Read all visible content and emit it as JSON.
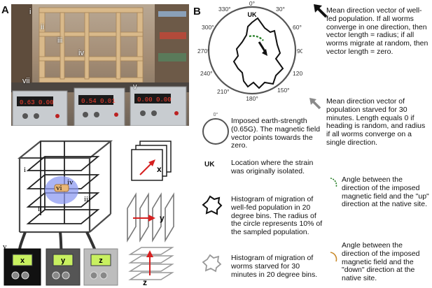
{
  "panels": {
    "a": "A",
    "b": "B"
  },
  "photo": {
    "labels": [
      "i",
      "ii",
      "iii",
      "iv",
      "v",
      "vii"
    ],
    "display_texts": [
      "0.63 0.00",
      "0.54 0.01",
      "0.00 0.00"
    ]
  },
  "diagram": {
    "labels": [
      "i",
      "ii",
      "iii",
      "iv",
      "vi",
      "v"
    ],
    "controllers": [
      "x",
      "y",
      "z"
    ],
    "axes": [
      "x",
      "y",
      "z"
    ]
  },
  "polar": {
    "site": "UK",
    "angles": [
      "0°",
      "30°",
      "60°",
      "90°",
      "120°",
      "150°",
      "180°",
      "210°",
      "240°",
      "270°",
      "300°",
      "330°"
    ]
  },
  "legend": {
    "arrow_black": "Mean direction vector of well-fed population. If all worms converge in one direction, then vector length = radius; if all worms migrate at random, then vector length = zero.",
    "arrow_grey": "Mean direction vector of population starved for 30 minutes. Length equals 0 if heading is random, and radius if all worms converge on a single direction.",
    "circle_label": "0°",
    "circle": "Imposed earth-strength (0.65G). The magnetic field vector points towards the zero.",
    "uk_key": "UK",
    "uk": "Location where the strain was originally isolated.",
    "hist_fed": "Histogram of migration of well-fed population in 20 degree bins. The radius of the circle represents 10% of the sampled population.",
    "hist_starved": "Histogram of migration of worms starved for 30 minutes in 20 degree bins.",
    "angle_up": "Angle between the direction of the imposed magnetic field and the \"up\" direction at the native site.",
    "angle_down": "Angle between the direction of the imposed magnetic field and the \"down\" direction at the native site."
  },
  "colors": {
    "dark_arrow": "#111111",
    "grey_arrow": "#8a8a8a",
    "green_arc": "#1f7a1f",
    "orange_arc": "#c98a2a",
    "red_arrow": "#d62020",
    "lcd": "#c8f060"
  }
}
